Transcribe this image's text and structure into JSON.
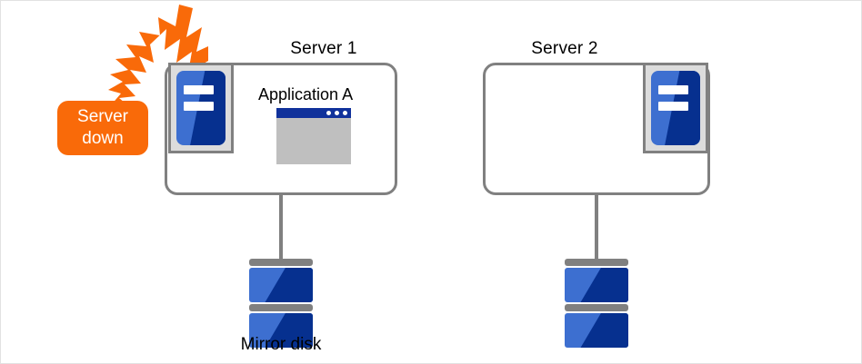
{
  "diagram": {
    "title": "Mirror disk cluster failover diagram",
    "colors": {
      "accent_orange": "#f96a09",
      "server_blue": "#3d6fd0",
      "server_blue_dark": "#06308f",
      "app_titlebar": "#10319b",
      "outline_gray": "#808080",
      "panel_gray": "#dcdcdc",
      "window_body_gray": "#bfbfbf"
    },
    "alert": {
      "line1": "Server",
      "line2": "down",
      "icon": "lightning-burst-icon"
    },
    "nodes": [
      {
        "caption": "Server 1",
        "tower_icon": "server-tower-icon",
        "tower_position": "top-left",
        "app": {
          "label": "Application A",
          "icon": "application-window-icon",
          "dots": 3
        },
        "disk": {
          "label": "Mirror disk",
          "icon": "disk-stack-icon",
          "platters": 2
        },
        "status": "down"
      },
      {
        "caption": "Server 2",
        "tower_icon": "server-tower-icon",
        "tower_position": "top-right",
        "app": null,
        "disk": {
          "label": "",
          "icon": "disk-stack-icon",
          "platters": 2
        },
        "status": "standby"
      }
    ]
  }
}
